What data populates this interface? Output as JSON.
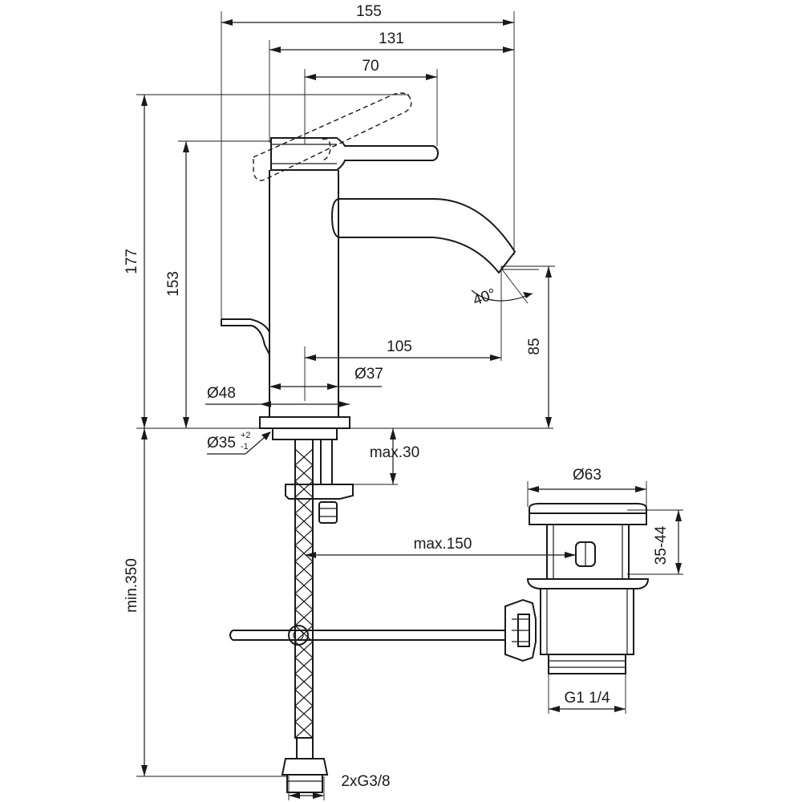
{
  "dimensions": {
    "width_total": "155",
    "width_mid": "131",
    "width_handle": "70",
    "height_total": "177",
    "height_body": "153",
    "spout_reach": "105",
    "spout_height": "85",
    "angle": "40°",
    "dia_base": "Ø48",
    "dia_body": "Ø37",
    "dia_hole_main": "Ø35",
    "dia_hole_plus": "+2",
    "dia_hole_minus": "-1",
    "max_thickness": "max.30",
    "min_length": "min.350",
    "waste_dia": "Ø63",
    "waste_range": "35-44",
    "waste_reach": "max.150",
    "waste_thread": "G1 1/4",
    "hose_thread": "2xG3/8"
  }
}
